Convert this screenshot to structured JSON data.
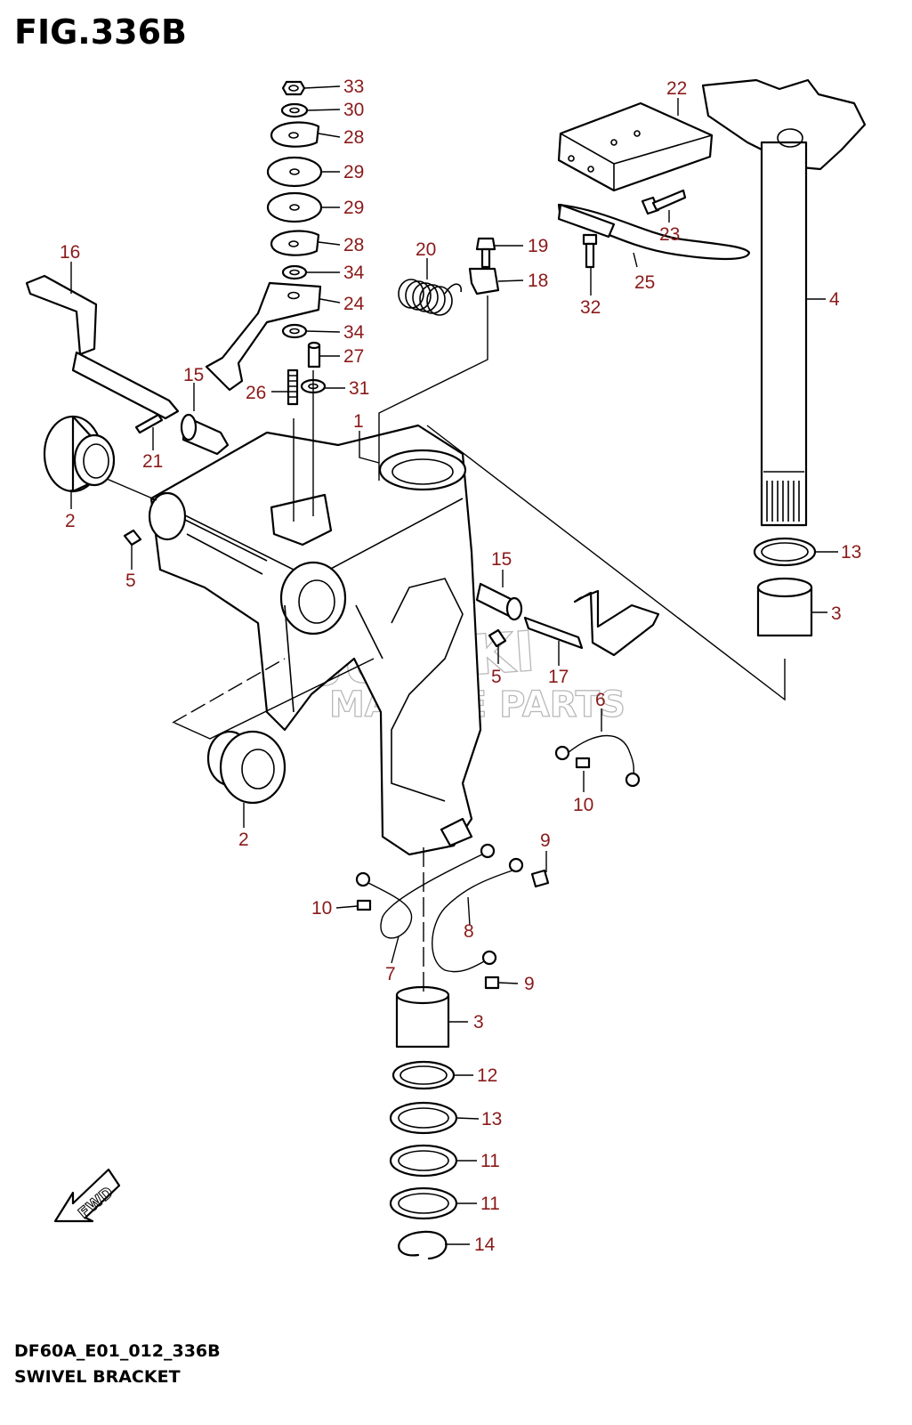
{
  "figure": {
    "title": "FIG.336B",
    "code": "DF60A_E01_012_336B",
    "name": "SWIVEL BRACKET",
    "fwd_label": "FWD"
  },
  "watermark": {
    "brand": "SUZUKI",
    "line2": "MARINE PARTS"
  },
  "callout_color": "#8b1a1a",
  "callouts": [
    "33",
    "30",
    "28",
    "29",
    "29",
    "28",
    "34",
    "24",
    "34",
    "27",
    "26",
    "31",
    "16",
    "15",
    "21",
    "2",
    "5",
    "1",
    "20",
    "19",
    "18",
    "22",
    "23",
    "25",
    "32",
    "4",
    "13",
    "3",
    "15",
    "5",
    "17",
    "6",
    "10",
    "2",
    "9",
    "10",
    "8",
    "7",
    "9",
    "3",
    "12",
    "13",
    "11",
    "11",
    "14"
  ]
}
